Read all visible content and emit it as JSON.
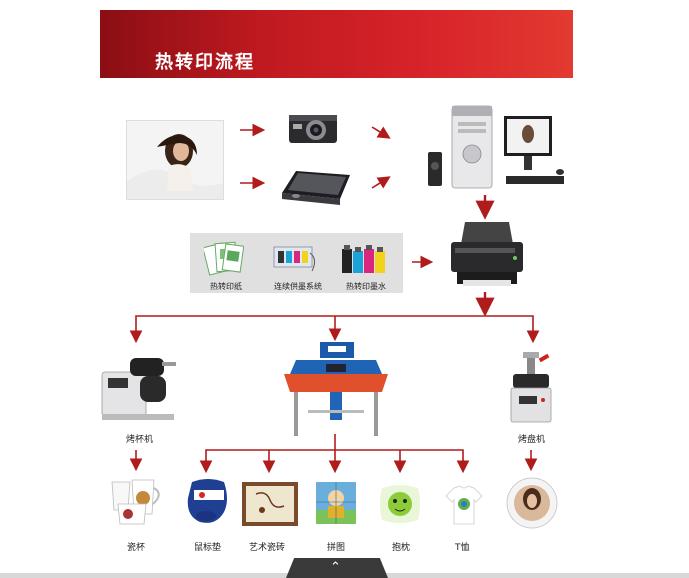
{
  "banner": {
    "title": "热转印流程",
    "color": "#d02026"
  },
  "arrow_color": "#b01c1c",
  "supplies": {
    "items": [
      {
        "label": "热转印纸",
        "icon": "transfer-paper-icon"
      },
      {
        "label": "连续供墨系统",
        "icon": "ink-system-icon"
      },
      {
        "label": "热转印墨水",
        "icon": "ink-bottles-icon"
      }
    ]
  },
  "machines": {
    "mug_press": {
      "label": "烤杯机"
    },
    "plate_press": {
      "label": "烤盘机"
    }
  },
  "products": [
    {
      "label": "瓷杯"
    },
    {
      "label": "鼠标垫"
    },
    {
      "label": "艺术瓷砖"
    },
    {
      "label": "拼图"
    },
    {
      "label": "抱枕"
    },
    {
      "label": "T恤"
    }
  ]
}
